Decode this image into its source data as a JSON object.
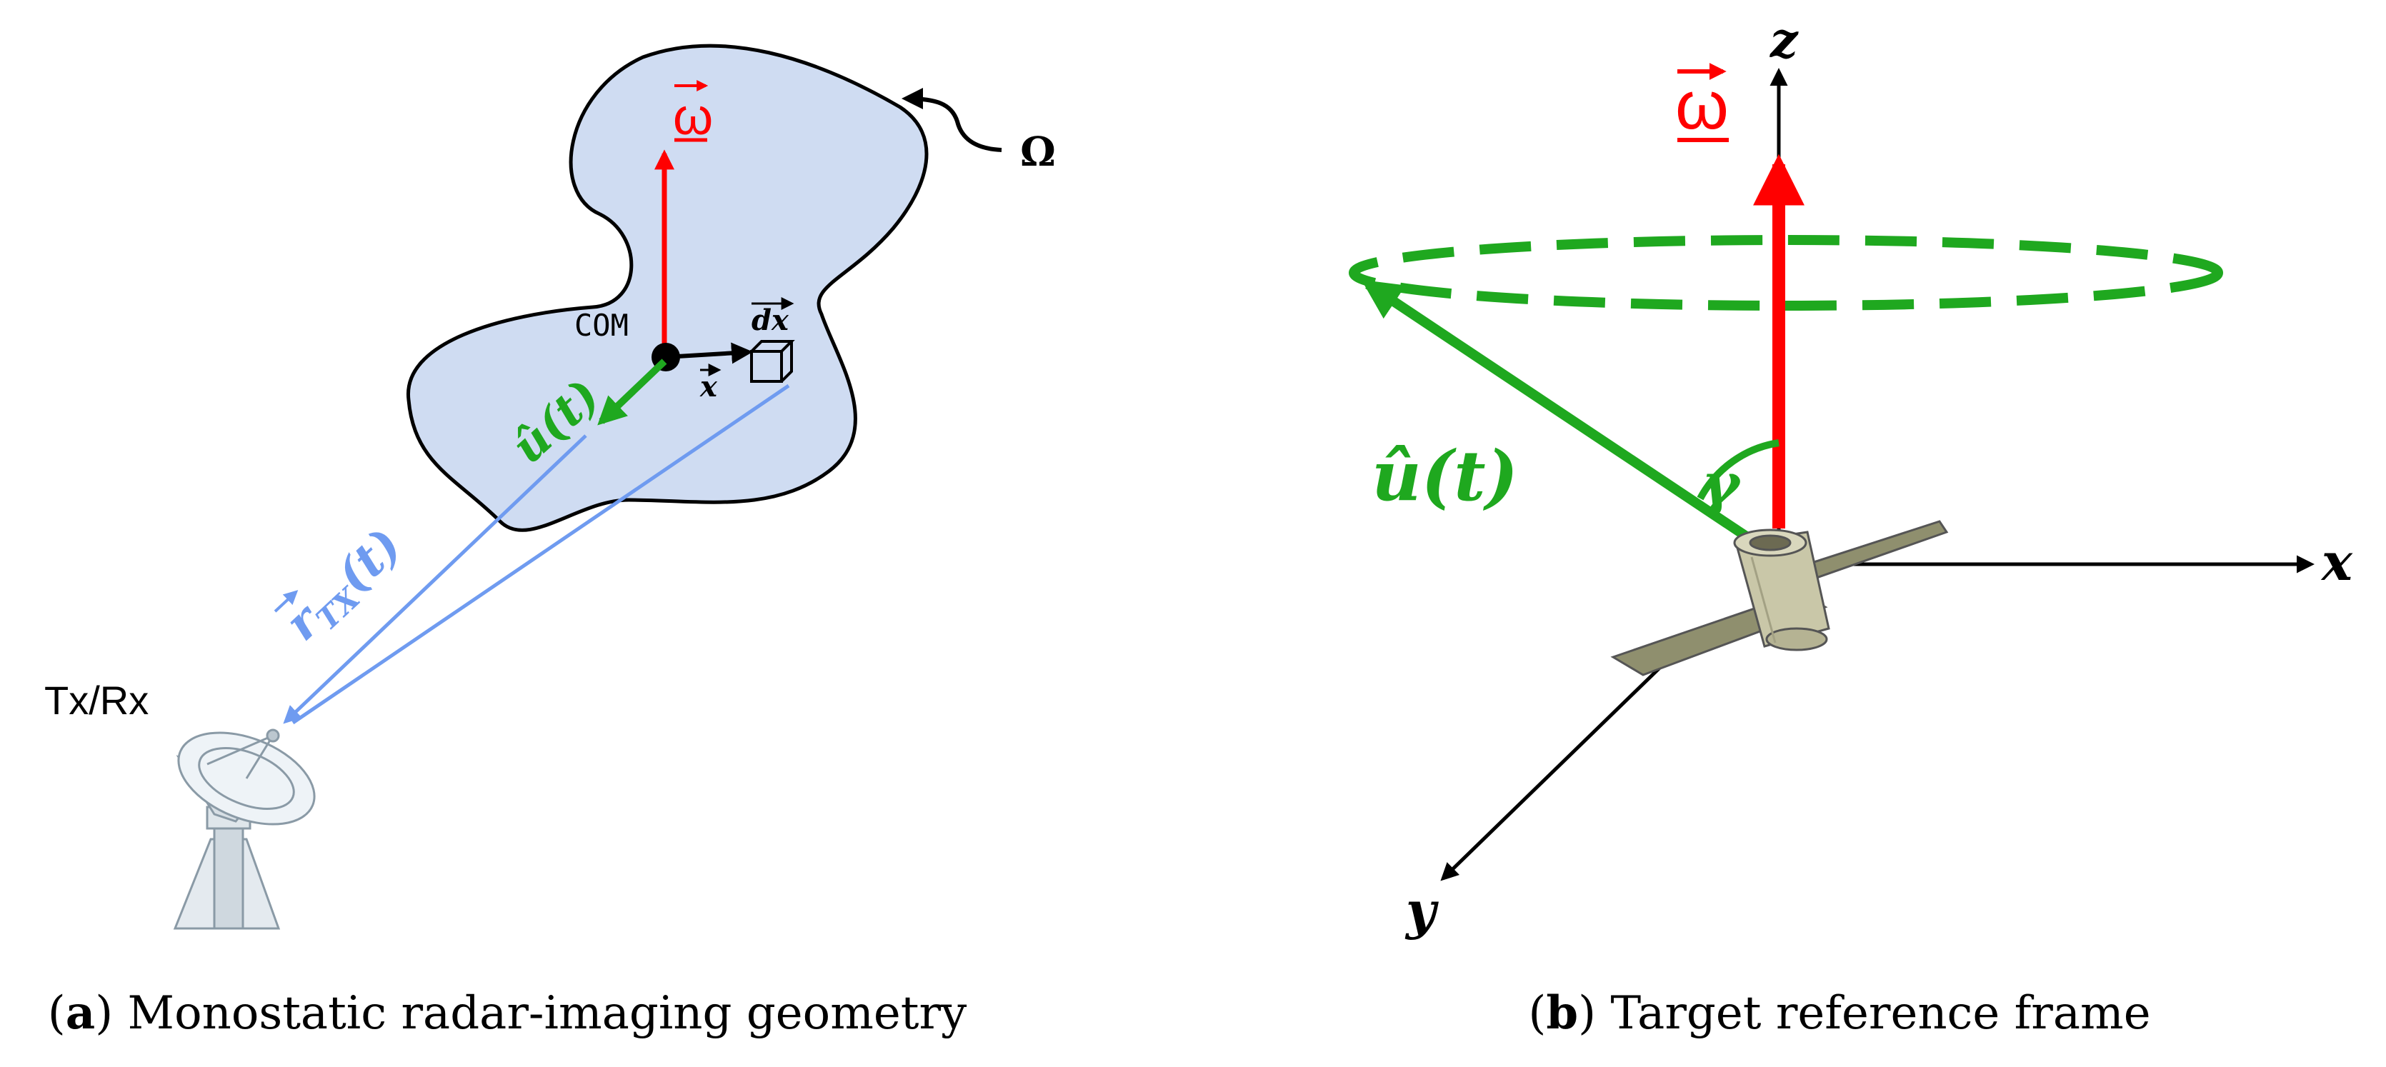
{
  "colors": {
    "omega": "#ff0000",
    "u_vector": "#1fa81f",
    "ray": "#6f9bf0",
    "body_fill": "#cfdcf2",
    "panel": "#8f8f6e",
    "bus": "#c9c7a8",
    "ink": "#000000"
  },
  "panel_a": {
    "omega_label": "ω",
    "body_label": "Ω",
    "com_label": "COM",
    "dx_label": "dx",
    "x_label": "x",
    "u_label": "û(t)",
    "r_label": "r",
    "r_subscript": "TX",
    "r_args": "(t)",
    "antenna_label": "Tx/Rx",
    "caption_letter": "a",
    "caption_text": "Monostatic radar-imaging geometry"
  },
  "panel_b": {
    "axis_z": "z",
    "axis_x": "x",
    "axis_y": "y",
    "omega_label": "ω",
    "u_label": "û(t)",
    "angle_label": "γ",
    "caption_letter": "b",
    "caption_text": "Target reference frame"
  },
  "icons": {
    "antenna": "radar-dish-icon",
    "satellite": "satellite-icon",
    "volume_element": "cube-icon"
  }
}
